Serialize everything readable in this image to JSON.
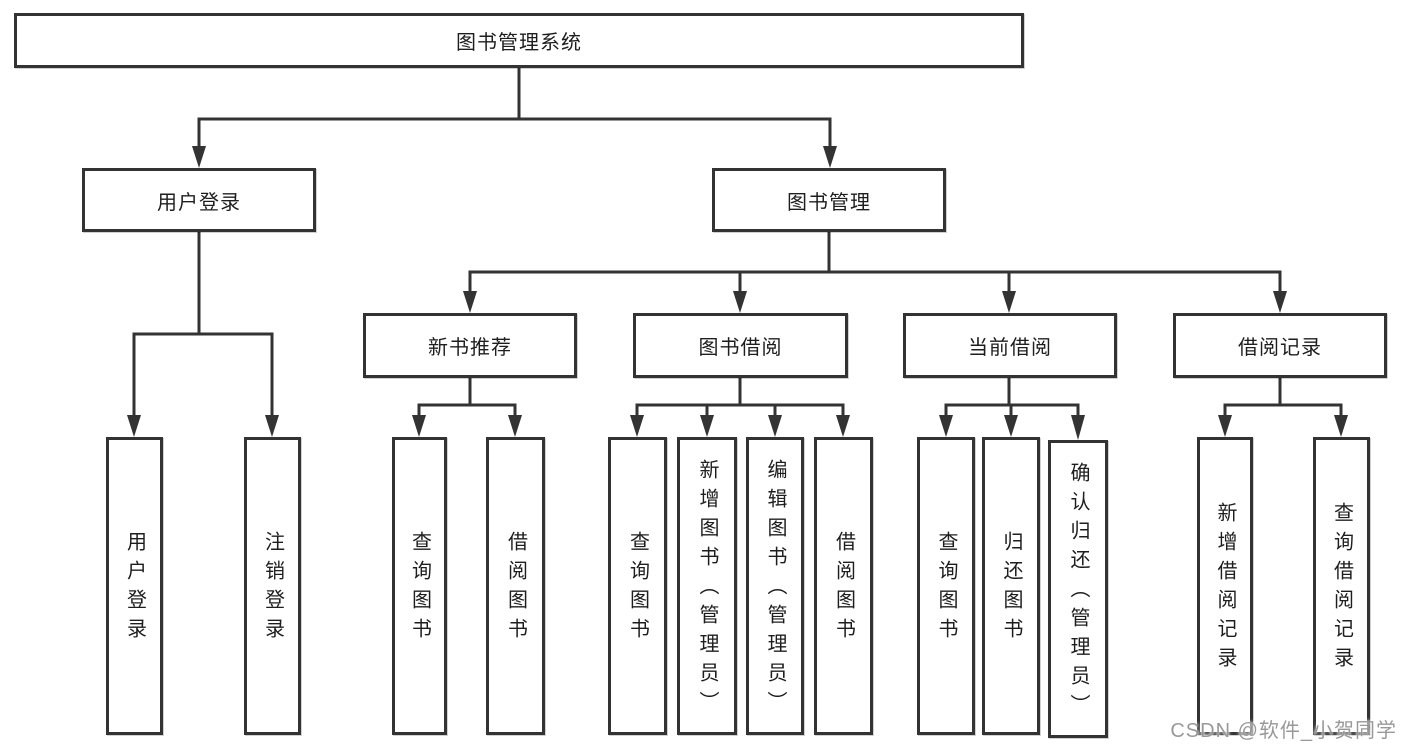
{
  "diagram_title": "图书管理系统",
  "colors": {
    "line": "#333333",
    "box_border": "#333333",
    "text": "#1e1e1e",
    "background": "#ffffff",
    "watermark": "#949494"
  },
  "tree": {
    "root": "图书管理系统",
    "login": {
      "label": "用户登录",
      "children": [
        "用户登录",
        "注销登录"
      ]
    },
    "mgmt": {
      "label": "图书管理",
      "sections": [
        {
          "label": "新书推荐",
          "children": [
            "查询图书",
            "借阅图书"
          ]
        },
        {
          "label": "图书借阅",
          "children": [
            "查询图书",
            "新增图书（管理员）",
            "编辑图书（管理员）",
            "借阅图书"
          ]
        },
        {
          "label": "当前借阅",
          "children": [
            "查询图书",
            "归还图书",
            "确认归还（管理员）"
          ]
        },
        {
          "label": "借阅记录",
          "children": [
            "新增借阅记录",
            "查询借阅记录"
          ]
        }
      ]
    }
  },
  "watermark": {
    "text": "CSDN @软件_小贺同学"
  }
}
